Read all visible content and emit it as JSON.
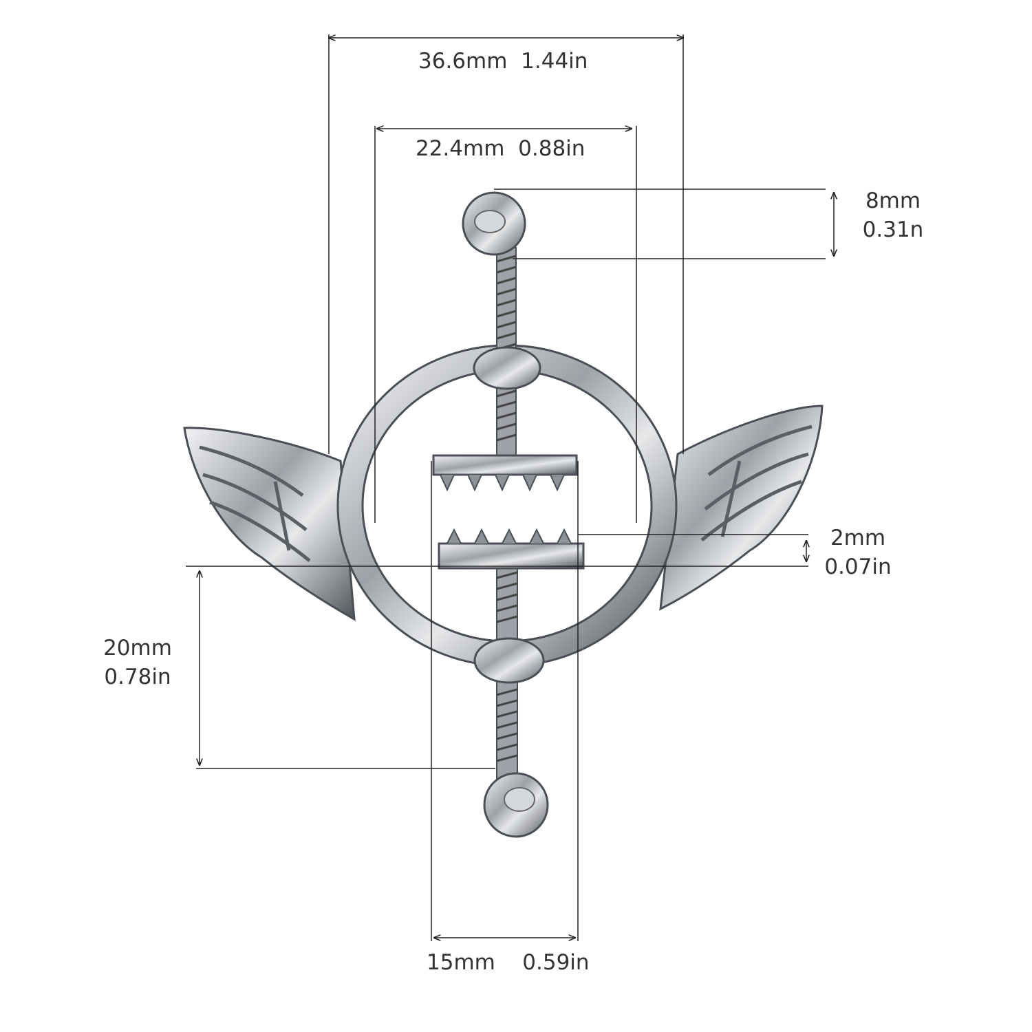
{
  "dimensions": {
    "overall_width": {
      "mm": "36.6mm",
      "in": "1.44in"
    },
    "ring_width": {
      "mm": "22.4mm",
      "in": "0.88in"
    },
    "ball_diameter": {
      "mm": "8mm",
      "in": "0.31n"
    },
    "jaw_thickness": {
      "mm": "2mm",
      "in": "0.07in"
    },
    "screw_length": {
      "mm": "20mm",
      "in": "0.78in"
    },
    "jaw_width": {
      "mm": "15mm",
      "in": "0.59in"
    }
  },
  "colors": {
    "line": "#222222",
    "metal": "#b8bcc2",
    "metal_dark": "#4a4e55",
    "metal_light": "#eef0f2"
  }
}
